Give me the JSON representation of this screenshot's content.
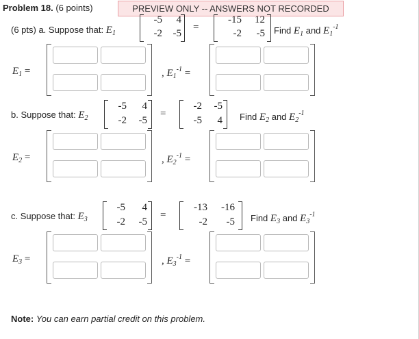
{
  "header": {
    "problem_label": "Problem 18.",
    "points_label": "(6 points)",
    "banner_text": "PREVIEW ONLY -- ANSWERS NOT RECORDED"
  },
  "part_a": {
    "lead": "(6 pts) a. Suppose that:",
    "E_sym": "E",
    "E_idx": "1",
    "left_matrix": [
      [
        "-5",
        "4"
      ],
      [
        "-2",
        "-5"
      ]
    ],
    "right_matrix": [
      [
        "-15",
        "12"
      ],
      [
        "-2",
        "-5"
      ]
    ],
    "find_text": "Find",
    "and_text": "and",
    "inv_sup": "-1"
  },
  "part_b": {
    "lead": "b. Suppose that:",
    "E_sym": "E",
    "E_idx": "2",
    "left_matrix": [
      [
        "-5",
        "4"
      ],
      [
        "-2",
        "-5"
      ]
    ],
    "right_matrix": [
      [
        "-2",
        "-5"
      ],
      [
        "-5",
        "4"
      ]
    ],
    "find_text": "Find",
    "and_text": "and",
    "inv_sup": "-1"
  },
  "part_c": {
    "lead": "c. Suppose that:",
    "E_sym": "E",
    "E_idx": "3",
    "left_matrix": [
      [
        "-5",
        "4"
      ],
      [
        "-2",
        "-5"
      ]
    ],
    "right_matrix": [
      [
        "-13",
        "-16"
      ],
      [
        "-2",
        "-5"
      ]
    ],
    "find_text": "Find",
    "and_text": "and",
    "inv_sup": "-1"
  },
  "symbols": {
    "equals": "=",
    "comma": ","
  },
  "note": {
    "label": "Note:",
    "text": "You can earn partial credit on this problem."
  }
}
